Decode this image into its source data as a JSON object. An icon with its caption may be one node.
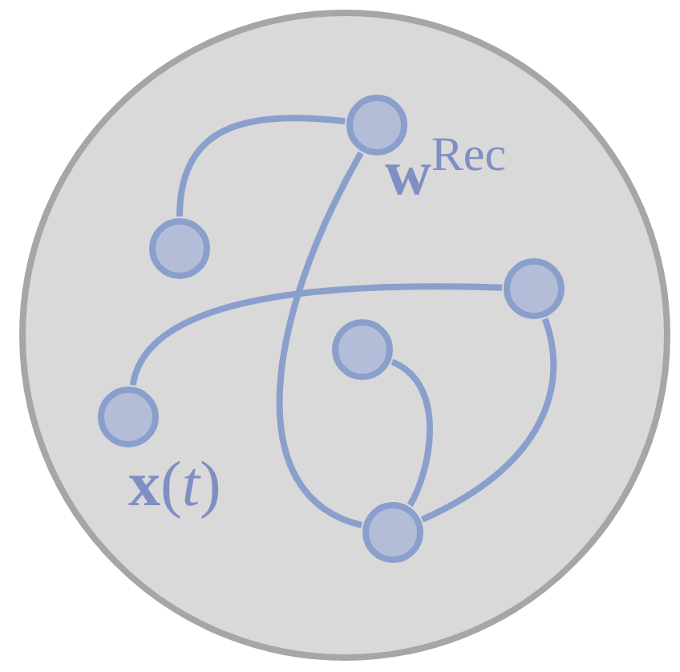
{
  "diagram": {
    "nodes": [
      {
        "text": [],
        "shape": "circle"
      },
      {
        "text": [],
        "shape": "circle",
        "in": 0
      },
      {
        "text": [],
        "shape": "circle",
        "in": 0
      },
      {
        "text": [],
        "shape": "circle",
        "in": 0
      },
      {
        "text": [],
        "shape": "circle",
        "in": 0
      },
      {
        "text": [],
        "shape": "circle",
        "in": 0
      },
      {
        "text": [],
        "shape": "circle",
        "in": 0
      }
    ],
    "edges": [
      {
        "from": 1,
        "to": 2,
        "arrow": "none"
      },
      {
        "from": 1,
        "to": 6,
        "arrow": "none"
      },
      {
        "from": 3,
        "to": 5,
        "arrow": "none"
      },
      {
        "from": 3,
        "to": 6,
        "arrow": "none"
      },
      {
        "from": 4,
        "to": 6,
        "arrow": "none"
      }
    ],
    "labels": [
      "**w**$^{Rec}$",
      "**x**(*t*)"
    ]
  }
}
